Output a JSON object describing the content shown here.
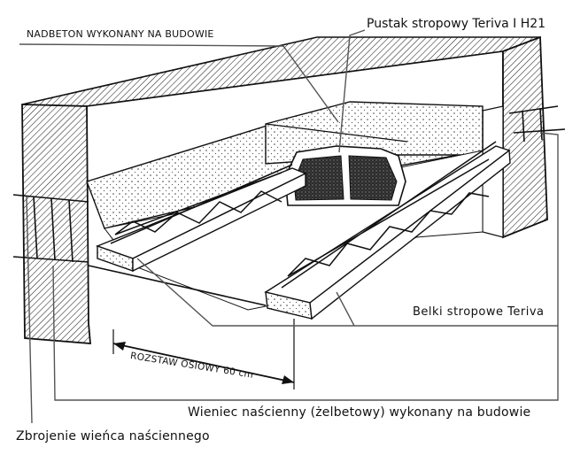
{
  "labels": {
    "nadbeton": "NADBETON WYKONANY NA BUDOWIE",
    "pustak": "Pustak stropowy Teriva I H21",
    "belki": "Belki stropowe Teriva",
    "rozstaw": "ROZSTAW OSIOWY 60 cm",
    "wieniec": "Wieniec naścienny (żelbetowy) wykonany na budowie",
    "zbrojenie": "Zbrojenie wieńca naściennego"
  }
}
